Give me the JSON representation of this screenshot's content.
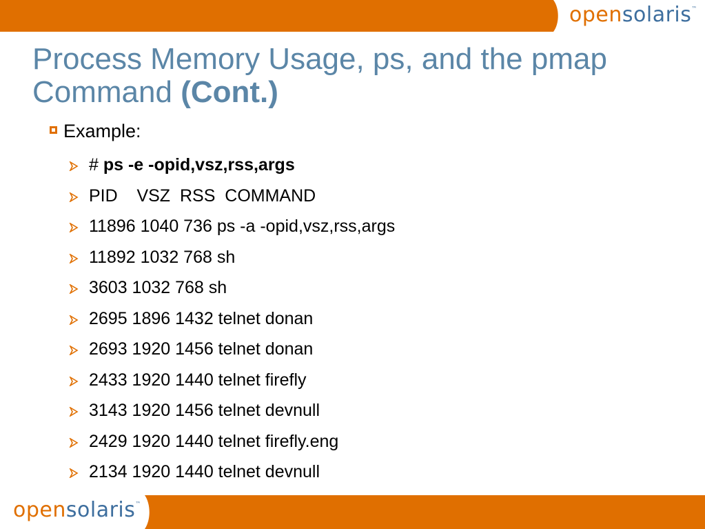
{
  "brand": {
    "logo_open": "open",
    "logo_solaris": "solaris",
    "logo_tm": "™",
    "accent": "#e06f00",
    "blue": "#3d6e9e"
  },
  "slide": {
    "title_main": "Process Memory Usage, ps, and the pmap Command ",
    "title_bold": "(Cont.)",
    "bullet": "Example:",
    "command_prefix": "# ",
    "command": "ps -e -opid,vsz,rss,args",
    "lines": [
      "PID    VSZ  RSS  COMMAND",
      "11896 1040 736 ps -a -opid,vsz,rss,args",
      "11892 1032 768 sh",
      "3603 1032 768 sh",
      "2695 1896 1432 telnet donan",
      "2693 1920 1456 telnet donan",
      "2433 1920 1440 telnet firefly",
      "3143 1920 1456 telnet devnull",
      "2429 1920 1440 telnet firefly.eng",
      "2134 1920 1440 telnet devnull"
    ]
  }
}
